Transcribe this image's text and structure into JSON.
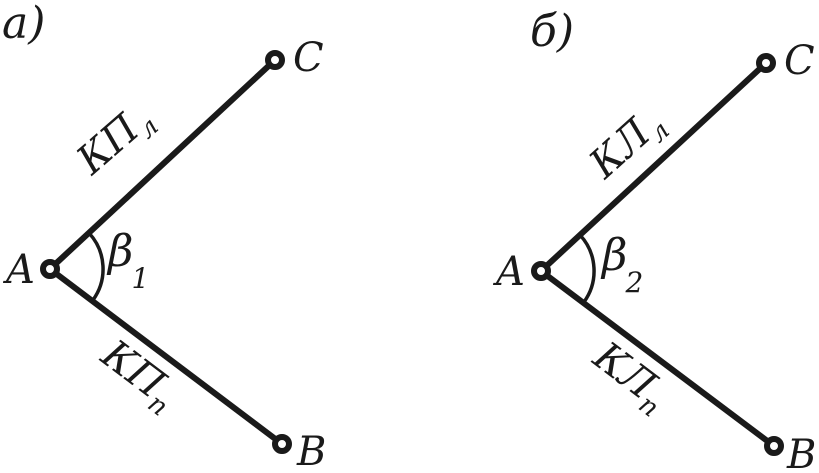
{
  "panels": [
    {
      "panel_label": "а)",
      "point_a": "A",
      "point_b": "B",
      "point_c": "C",
      "side_upper": {
        "main": "КП",
        "sub": "л"
      },
      "side_lower": {
        "main": "КП",
        "sub": "п"
      },
      "angle": {
        "main": "β",
        "sub": "1"
      }
    },
    {
      "panel_label": "б)",
      "point_a": "A",
      "point_b": "B",
      "point_c": "C",
      "side_upper": {
        "main": "КЛ",
        "sub": "л"
      },
      "side_lower": {
        "main": "КЛ",
        "sub": "п"
      },
      "angle": {
        "main": "β",
        "sub": "2"
      }
    }
  ]
}
